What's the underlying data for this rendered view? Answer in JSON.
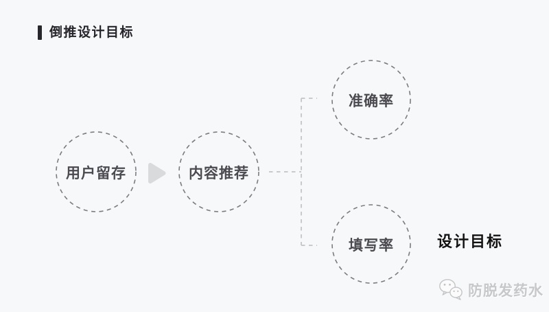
{
  "page": {
    "background": "#f7f8fa"
  },
  "header": {
    "title": "倒推设计目标",
    "accent_bar_color": "#27272c"
  },
  "diagram": {
    "nodes": [
      {
        "id": "user-retention",
        "label": "用户留存"
      },
      {
        "id": "content-recommendation",
        "label": "内容推荐"
      },
      {
        "id": "accuracy-rate",
        "label": "准确率"
      },
      {
        "id": "fill-rate",
        "label": "填写率"
      }
    ],
    "edges": [
      {
        "from": "用户留存",
        "to": "内容推荐",
        "style": "solid-arrow"
      },
      {
        "from": "内容推荐",
        "to": "准确率",
        "style": "dashed-bracket"
      },
      {
        "from": "内容推荐",
        "to": "填写率",
        "style": "dashed-bracket"
      }
    ],
    "annotation": {
      "label": "设计目标"
    },
    "circle_border_color": "#7b7b80",
    "connector_color": "#c8cacd",
    "arrow_color": "#d9dadb"
  },
  "watermark": {
    "icon": "wechat-icon",
    "text": "防脱发药水"
  }
}
